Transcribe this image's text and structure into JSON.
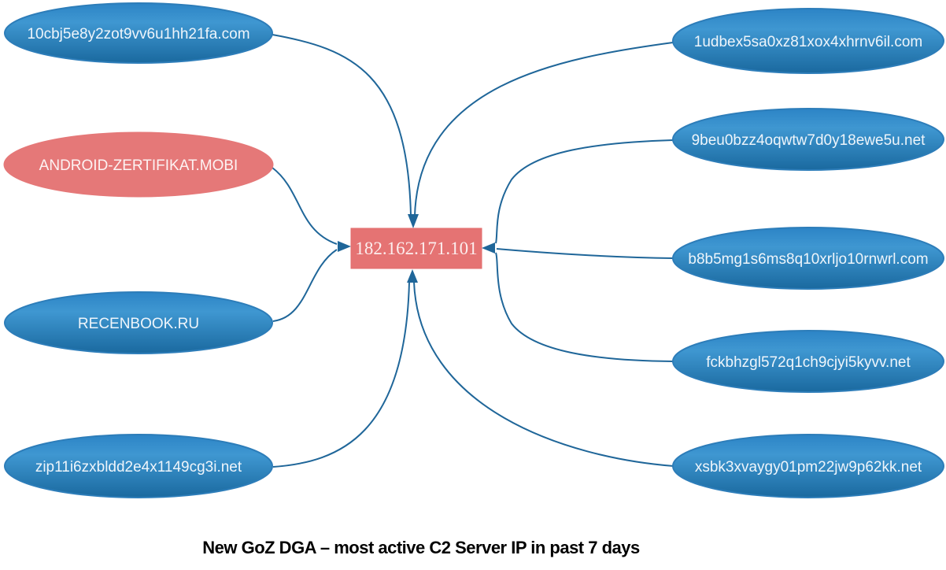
{
  "diagram": {
    "title": "New GoZ DGA – most active C2 Server IP in past 7 days",
    "center": {
      "label": "182.162.171.101",
      "type": "c2-server-ip",
      "shape": "rectangle",
      "fill": "#e57373"
    },
    "nodes": [
      {
        "label": "10cbj5e8y2zot9vv6u1hh21fa.com",
        "style": "blue",
        "position": "left-1"
      },
      {
        "label": "ANDROID-ZERTIFIKAT.MOBI",
        "style": "red",
        "position": "left-2"
      },
      {
        "label": "RECENBOOK.RU",
        "style": "blue",
        "position": "left-3"
      },
      {
        "label": "zip11i6zxbldd2e4x1149cg3i.net",
        "style": "blue",
        "position": "left-4"
      },
      {
        "label": "1udbex5sa0xz81xox4xhrnv6il.com",
        "style": "blue",
        "position": "right-1"
      },
      {
        "label": "9beu0bzz4oqwtw7d0y18ewe5u.net",
        "style": "blue",
        "position": "right-2"
      },
      {
        "label": "b8b5mg1s6ms8q10xrljo10rnwrl.com",
        "style": "blue",
        "position": "right-3"
      },
      {
        "label": "fckbhzgl572q1ch9cjyi5kyvv.net",
        "style": "blue",
        "position": "right-4"
      },
      {
        "label": "xsbk3xvaygy01pm22jw9p62kk.net",
        "style": "blue",
        "position": "right-5"
      }
    ],
    "edges": [
      {
        "from": "10cbj5e8y2zot9vv6u1hh21fa.com",
        "to": "182.162.171.101"
      },
      {
        "from": "ANDROID-ZERTIFIKAT.MOBI",
        "to": "182.162.171.101"
      },
      {
        "from": "RECENBOOK.RU",
        "to": "182.162.171.101"
      },
      {
        "from": "zip11i6zxbldd2e4x1149cg3i.net",
        "to": "182.162.171.101"
      },
      {
        "from": "1udbex5sa0xz81xox4xhrnv6il.com",
        "to": "182.162.171.101"
      },
      {
        "from": "9beu0bzz4oqwtw7d0y18ewe5u.net",
        "to": "182.162.171.101"
      },
      {
        "from": "b8b5mg1s6ms8q10xrljo10rnwrl.com",
        "to": "182.162.171.101"
      },
      {
        "from": "fckbhzgl572q1ch9cjyi5kyvv.net",
        "to": "182.162.171.101"
      },
      {
        "from": "xsbk3xvaygy01pm22jw9p62kk.net",
        "to": "182.162.171.101"
      }
    ],
    "colors": {
      "node_blue_top": "#2c84c6",
      "node_blue_mid": "#3f97d1",
      "node_blue_bottom": "#1a699f",
      "node_blue_border": "#2d7db9",
      "node_red": "#e57878",
      "center_fill": "#e57373",
      "edge": "#1f6699",
      "title_text": "#000000"
    }
  }
}
